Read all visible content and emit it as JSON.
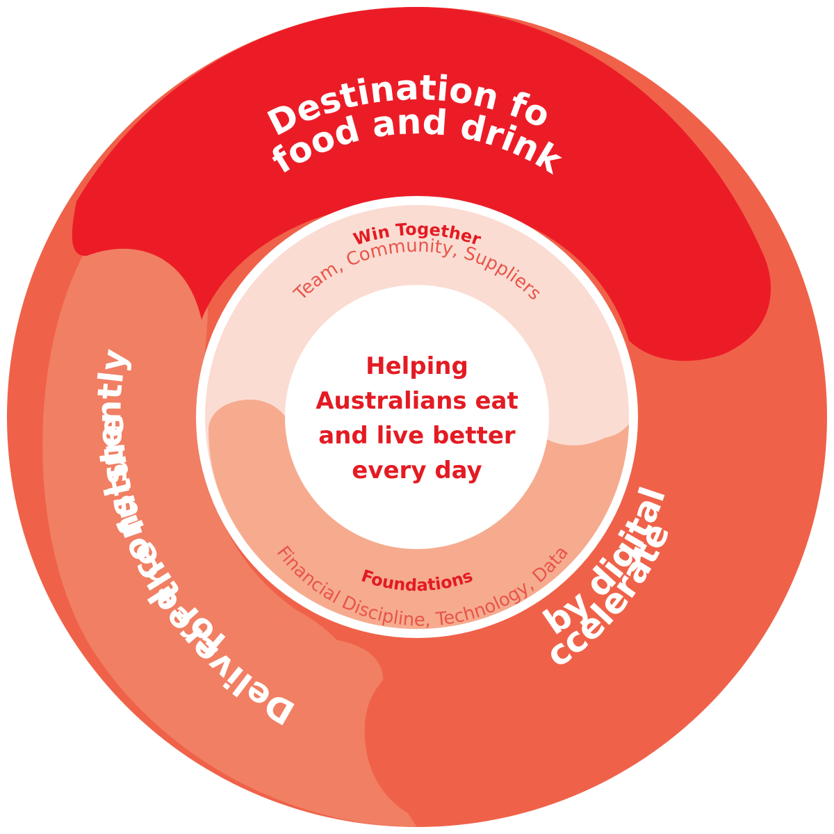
{
  "colors": {
    "red": "#EC1C27",
    "coral_dark": "#EF6249",
    "coral_light": "#F17F63",
    "pink_light": "#FBDCD2",
    "pink_mid": "#F6AB8F",
    "text_red": "#E31B23",
    "white": "#FFFFFF"
  },
  "outer_ring": {
    "top_segment": {
      "line1": "Destination for",
      "line2": "food and drink"
    },
    "left_segment": {
      "line1": "Delivered consistently",
      "line2": "for the future"
    },
    "right_segment": {
      "line1": "Accelerated",
      "line2": "by digital"
    }
  },
  "middle_ring": {
    "upper": {
      "heading": "Win Together",
      "subtitle": "Team, Community, Suppliers"
    },
    "lower": {
      "heading": "Foundations",
      "subtitle": "Financial Discipline, Technology, Data"
    }
  },
  "core": {
    "line1": "Helping",
    "line2": "Australians eat",
    "line3": "and live better",
    "line4": "every day"
  }
}
